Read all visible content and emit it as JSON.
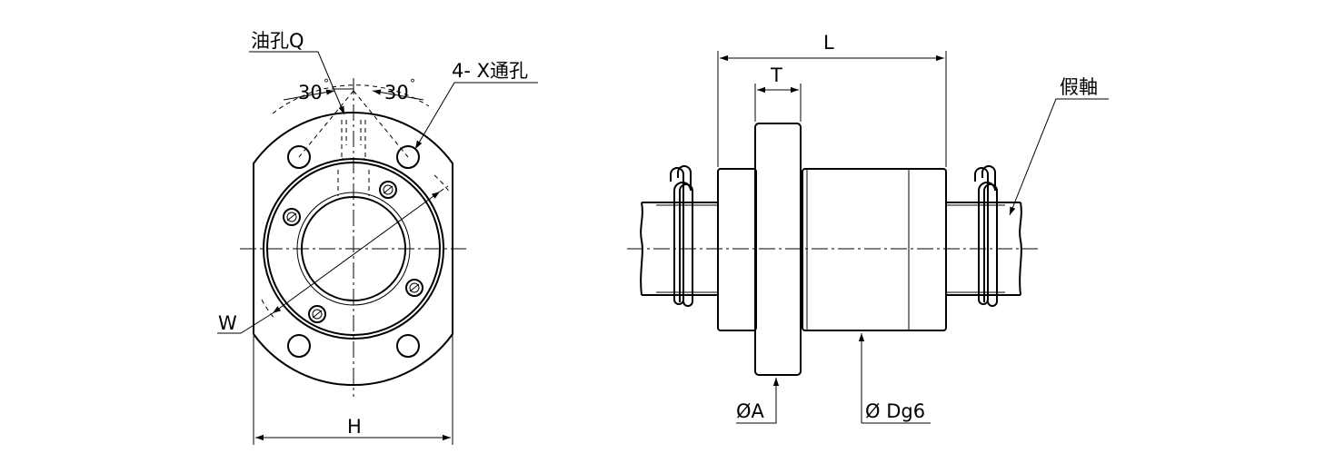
{
  "labels": {
    "oil_hole": "油孔Q",
    "through_holes": "4- X通孔",
    "angle_left": "30",
    "angle_right": "30",
    "degree_symbol": "°",
    "dim_w": "W",
    "dim_h": "H",
    "dim_l": "L",
    "dim_t": "T",
    "dummy_shaft": "假軸",
    "dim_a": "ØA",
    "dim_d": "Ø Dg6"
  }
}
